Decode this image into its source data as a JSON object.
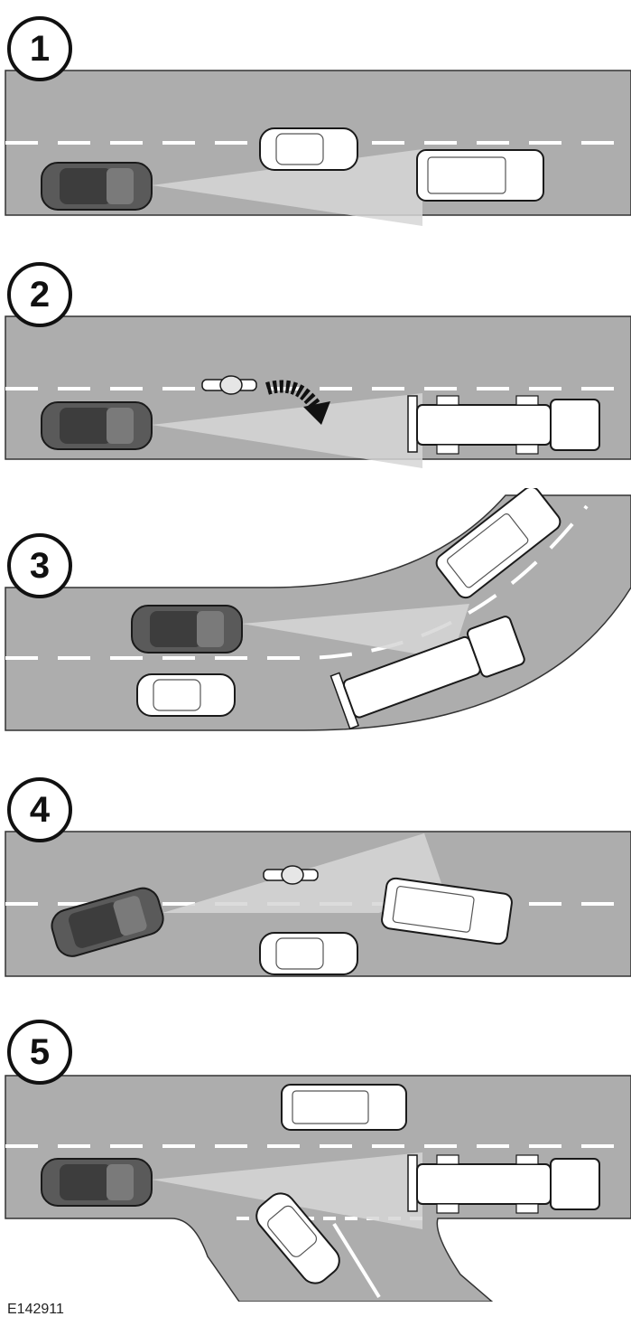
{
  "panels": [
    {
      "number": "1"
    },
    {
      "number": "2"
    },
    {
      "number": "3"
    },
    {
      "number": "4"
    },
    {
      "number": "5"
    }
  ],
  "figure_ref": "E142911",
  "colors": {
    "road": "#adadad",
    "lane_marking": "#ffffff",
    "sensor_beam": "#d6d6d6",
    "ego_car": "#5a5a5a",
    "other_vehicle": "#ffffff",
    "outline": "#1a1a1a"
  }
}
